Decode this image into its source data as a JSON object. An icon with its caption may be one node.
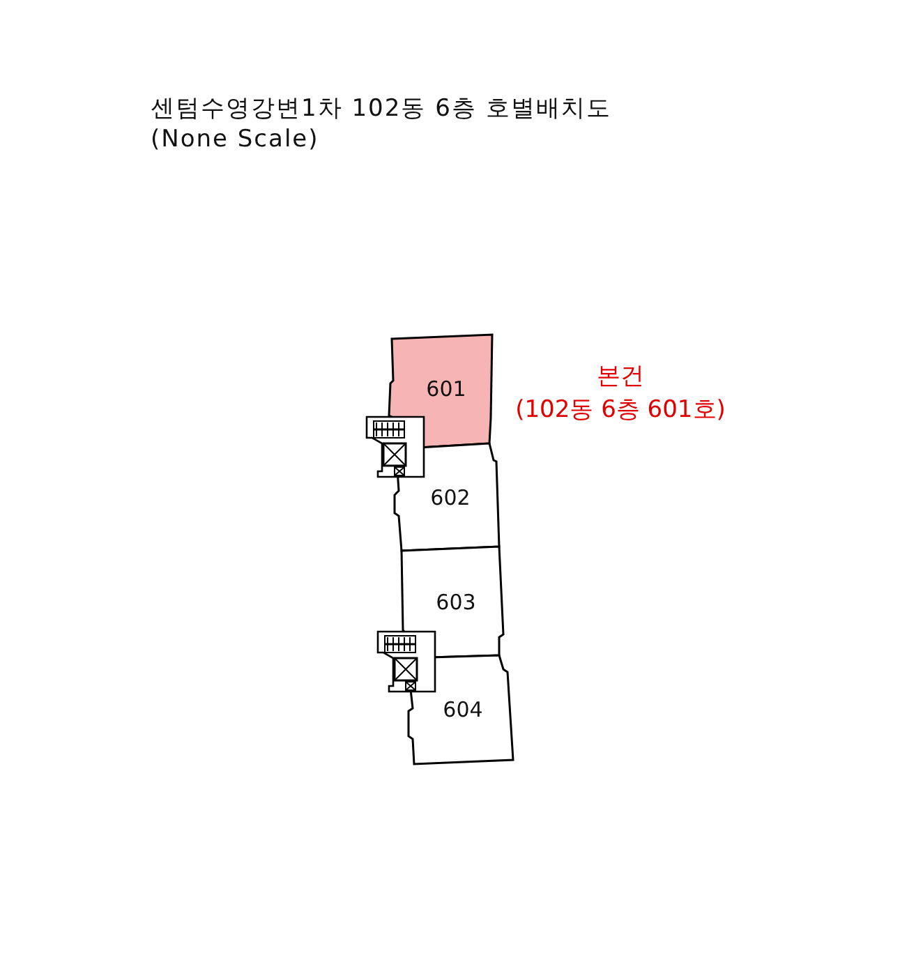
{
  "diagram": {
    "title": "센텀수영강변1차 102동 6층 호별배치도",
    "nodes": [
      {
        "text": [
          "601"
        ],
        "beside": [
          "본건",
          "(102동 6층 601호)"
        ]
      },
      {
        "text": [
          "602"
        ]
      },
      {
        "text": [
          "603"
        ]
      },
      {
        "text": [
          "604"
        ]
      }
    ],
    "labels": [
      "(None Scale)"
    ]
  }
}
